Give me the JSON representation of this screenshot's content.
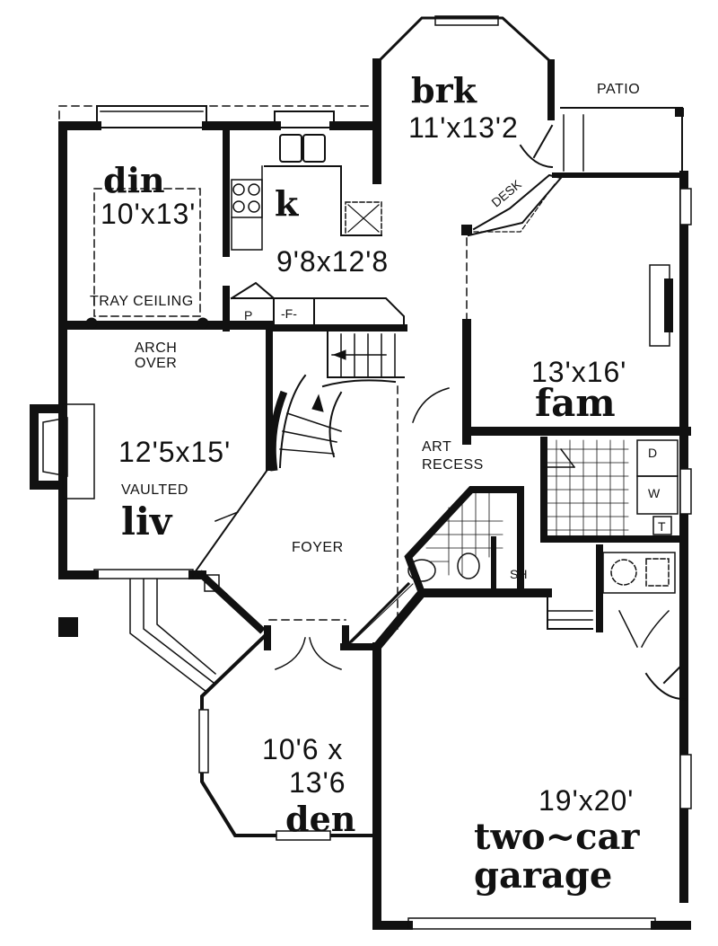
{
  "plan": {
    "type": "floor_plan",
    "colors": {
      "wall": "#111111",
      "background": "#ffffff"
    }
  },
  "rooms": {
    "dining": {
      "name": "din",
      "size": "10'x13'",
      "note": "TRAY CEILING",
      "arch_note_1": "ARCH",
      "arch_note_2": "OVER"
    },
    "kitchen": {
      "name": "k",
      "size": "9'8x12'8",
      "pantry": "P",
      "fridge": "-F-"
    },
    "breakfast": {
      "name": "brk",
      "size": "11'x13'2",
      "desk": "DESK"
    },
    "patio": {
      "name": "PATIO"
    },
    "family": {
      "name": "fam",
      "size": "13'x16'"
    },
    "living": {
      "name": "liv",
      "size": "12'5x15'",
      "note": "VAULTED"
    },
    "foyer": {
      "name": "FOYER",
      "art_1": "ART",
      "art_2": "RECESS"
    },
    "laundry": {
      "dryer": "D",
      "washer": "W",
      "tub": "T"
    },
    "bath": {
      "shower": "SH"
    },
    "den": {
      "size_1": "10'6 x",
      "size_2": "13'6",
      "name": "den"
    },
    "garage": {
      "size": "19'x20'",
      "name_1": "two~car",
      "name_2": "garage"
    }
  }
}
